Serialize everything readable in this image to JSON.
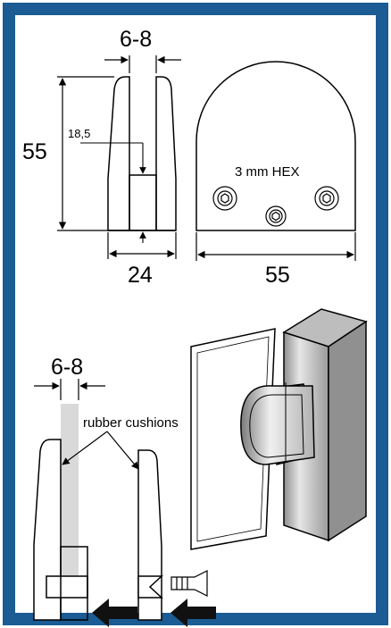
{
  "colors": {
    "frame": "#1a5c93",
    "panel": "#ffffff",
    "glass": "#d9d9d9",
    "post": "#c8c8c8",
    "arrow": "#111111"
  },
  "top_view": {
    "gap_label": "6-8",
    "height_label": "55",
    "inner_label": "18,5",
    "depth_label": "24",
    "width_label": "55",
    "screw_label": "3 mm HEX"
  },
  "assembly_view": {
    "gap_label": "6-8",
    "cushion_label": "rubber cushions"
  }
}
